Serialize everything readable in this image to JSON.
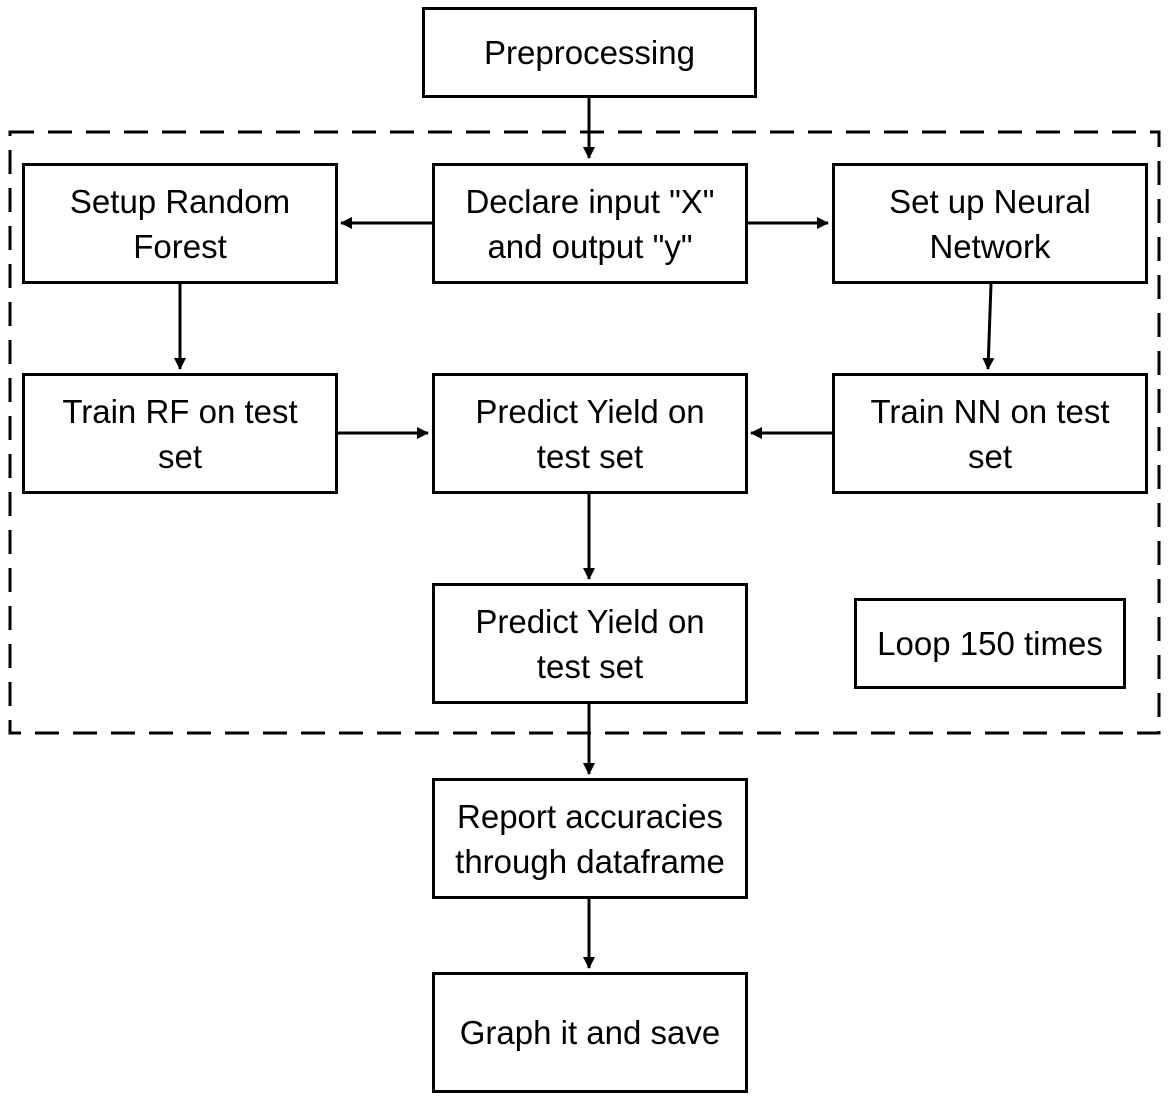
{
  "diagram": {
    "nodes": {
      "preprocessing": "Preprocessing",
      "declare": [
        "Declare input \"X\"",
        "and output \"y\""
      ],
      "setup_rf": [
        "Setup Random",
        "Forest"
      ],
      "setup_nn": [
        "Set up Neural",
        "Network"
      ],
      "train_rf": [
        "Train RF on test",
        "set"
      ],
      "predict_mid": [
        "Predict Yield on",
        "test set"
      ],
      "train_nn": [
        "Train NN on test",
        "set"
      ],
      "predict_low": [
        "Predict Yield on",
        "test set"
      ],
      "loop": "Loop 150 times",
      "report": [
        "Report accuracies",
        "through dataframe"
      ],
      "graph": "Graph it and save"
    },
    "edges": [
      {
        "from": "preprocessing",
        "to": "declare"
      },
      {
        "from": "declare",
        "to": "setup_rf"
      },
      {
        "from": "declare",
        "to": "setup_nn"
      },
      {
        "from": "setup_rf",
        "to": "train_rf"
      },
      {
        "from": "setup_nn",
        "to": "train_nn"
      },
      {
        "from": "train_rf",
        "to": "predict_mid"
      },
      {
        "from": "train_nn",
        "to": "predict_mid"
      },
      {
        "from": "predict_mid",
        "to": "predict_low"
      },
      {
        "from": "predict_low",
        "to": "report"
      },
      {
        "from": "report",
        "to": "graph"
      }
    ],
    "colors": {
      "stroke": "#000000",
      "fill": "#ffffff",
      "text": "#000000"
    }
  }
}
